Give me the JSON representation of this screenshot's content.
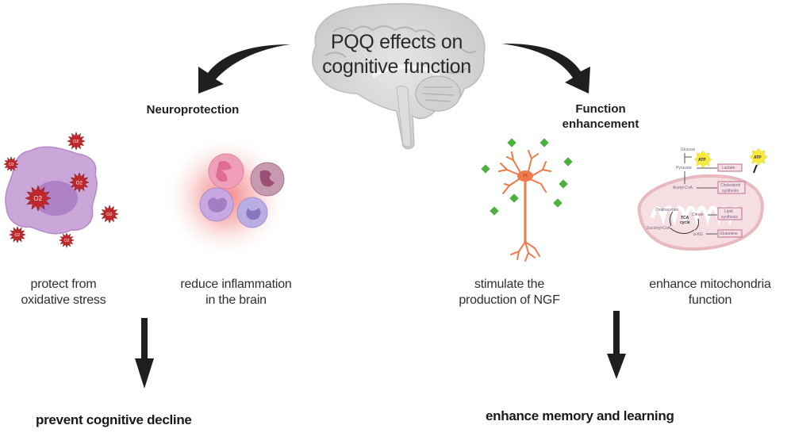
{
  "title": "PQQ effects on cognitive function",
  "branches": [
    {
      "heading": "Neuroprotection",
      "items": [
        {
          "label_line1": "protect from",
          "label_line2": "oxidative stress",
          "icon": "cell-with-superoxide-radicals"
        },
        {
          "label_line1": "reduce inflammation",
          "label_line2": "in the brain",
          "icon": "inflamed-immune-cells"
        }
      ],
      "outcome": "prevent cognitive decline"
    },
    {
      "heading_line1": "Function",
      "heading_line2": "enhancement",
      "items": [
        {
          "label_line1": "stimulate the",
          "label_line2": "production of NGF",
          "icon": "neuron-with-ngf"
        },
        {
          "label_line1": "enhance mitochondria",
          "label_line2": "function",
          "icon": "mitochondria-metabolism"
        }
      ],
      "outcome": "enhance memory and learning"
    }
  ],
  "radical_label": "O2",
  "mitochondria_labels": {
    "glucose": "Glucose",
    "atp": "ATP",
    "pyruvate": "Pyruvate",
    "lactate": "Lactate",
    "acetylcoa": "Acetyl-CoA",
    "cholesterol_1": "Cholesterol",
    "cholesterol_2": "synthesis",
    "citrate": "Citrate",
    "lipid_1": "Lipid",
    "lipid_2": "synthesis",
    "oxaloacetate": "Oxaloacetate",
    "tca_1": "TCA",
    "tca_2": "cycle",
    "succinyl": "Succinyl-CoA",
    "akg": "α-KG",
    "glutamine": "Glutamine"
  },
  "colors": {
    "arrow": "#1f1f1f",
    "radical": "#c0282b",
    "cell": "#c9a6d6",
    "neuron": "#ee7a4a",
    "ngf": "#4caf3e",
    "mitochondria": "#f1c9cf",
    "atp": "#f7ea3c"
  }
}
